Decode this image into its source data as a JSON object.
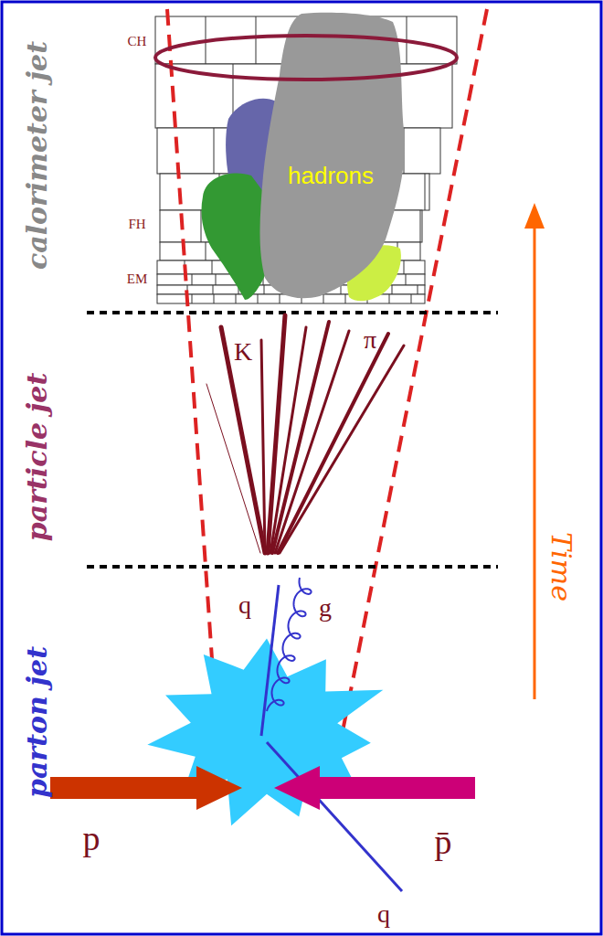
{
  "diagram": {
    "nodes": [
      {
        "text": [
          "hadrons"
        ]
      }
    ],
    "labels": [
      "calorimeter jet",
      "CH",
      "FH",
      "EM",
      "particle jet",
      "K",
      "π",
      "parton jet",
      "q",
      "g",
      "Time",
      "p",
      "p̄",
      "q"
    ]
  }
}
